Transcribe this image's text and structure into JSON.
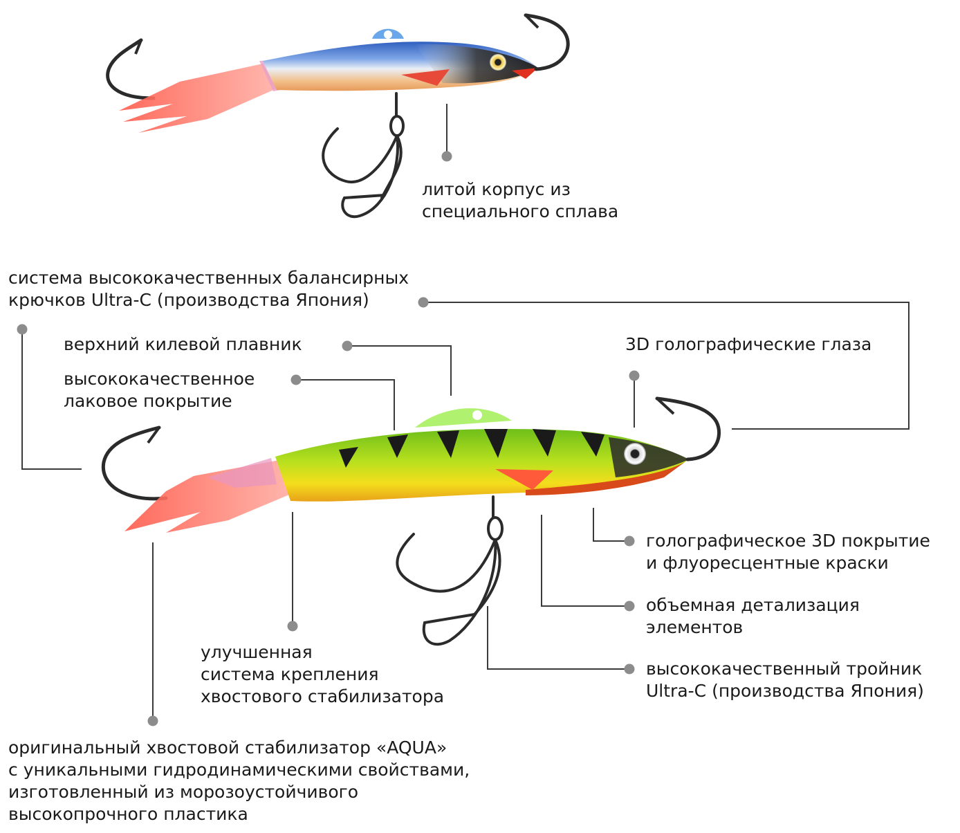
{
  "colors": {
    "leader_line": "#3a3a3a",
    "leader_dot": "#8c8c8c",
    "text": "#1a1a1a",
    "top_lure_back": "#4a7fd6",
    "top_lure_belly": "#e8a86a",
    "bottom_lure_body": "#9fd11c",
    "bottom_lure_belly": "#f2d21a",
    "tail_plastic": "#ff7a6a",
    "hook_metal": "#2b2b2b"
  },
  "icons": [
    "top-lure-image",
    "bottom-lure-image",
    "hook-icon",
    "treble-hook-icon"
  ],
  "callouts": {
    "cast_body": [
      "литой корпус из",
      "специального сплава"
    ],
    "hooks_system": [
      "система высококачественных балансирных",
      "крючков Ultra-C (производства Япония)"
    ],
    "keel_fin": [
      "верхний килевой плавник"
    ],
    "lacquer": [
      "высококачественное",
      "лаковое покрытие"
    ],
    "eyes": [
      "3D голографические глаза"
    ],
    "holo_coating": [
      "голографическое 3D покрытие",
      "и флуоресцентные краски"
    ],
    "detailing": [
      "объемная детализация",
      "элементов"
    ],
    "treble": [
      "высококачественный тройник",
      "Ultra-C (производства Япония)"
    ],
    "tail_mount": [
      "улучшенная",
      "система крепления",
      "хвостового стабилизатора"
    ],
    "aqua_tail": [
      "оригинальный хвостовой стабилизатор «AQUA»",
      "с уникальными гидродинамическими свойствами,",
      "изготовленный из морозоустойчивого",
      "высокопрочного пластика"
    ]
  }
}
